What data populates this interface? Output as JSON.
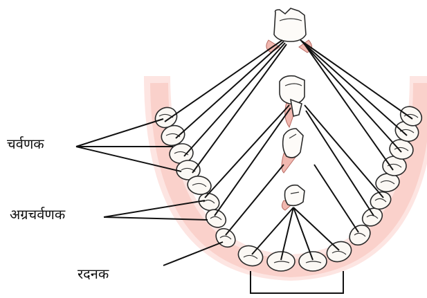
{
  "labels": {
    "molars": "चर्वणक",
    "premolars": "अग्रचर्वणक",
    "canines": "रदनक"
  },
  "colors": {
    "gum": "#f7c2bd",
    "gum_glow": "#fde6e3",
    "tooth": "#fbf8f4",
    "root": "#f1b8b0",
    "line": "#111111"
  }
}
